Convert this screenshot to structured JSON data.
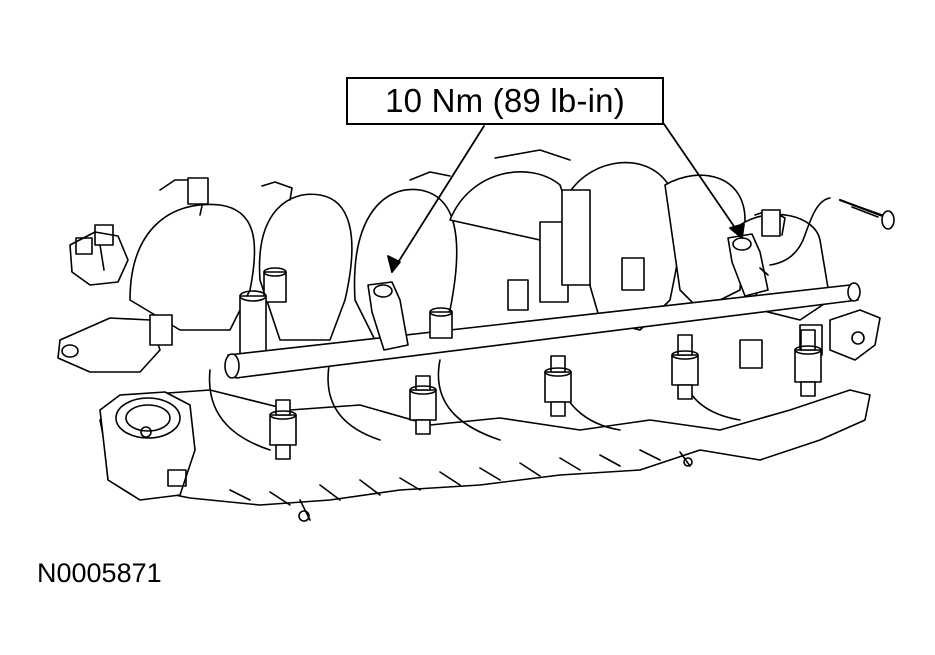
{
  "callout": {
    "torque_label": "10 Nm (89 lb-in)"
  },
  "figure": {
    "id": "N0005871",
    "subject": "intake-manifold-fuel-rail",
    "line_color": "#000000",
    "background": "#ffffff"
  }
}
